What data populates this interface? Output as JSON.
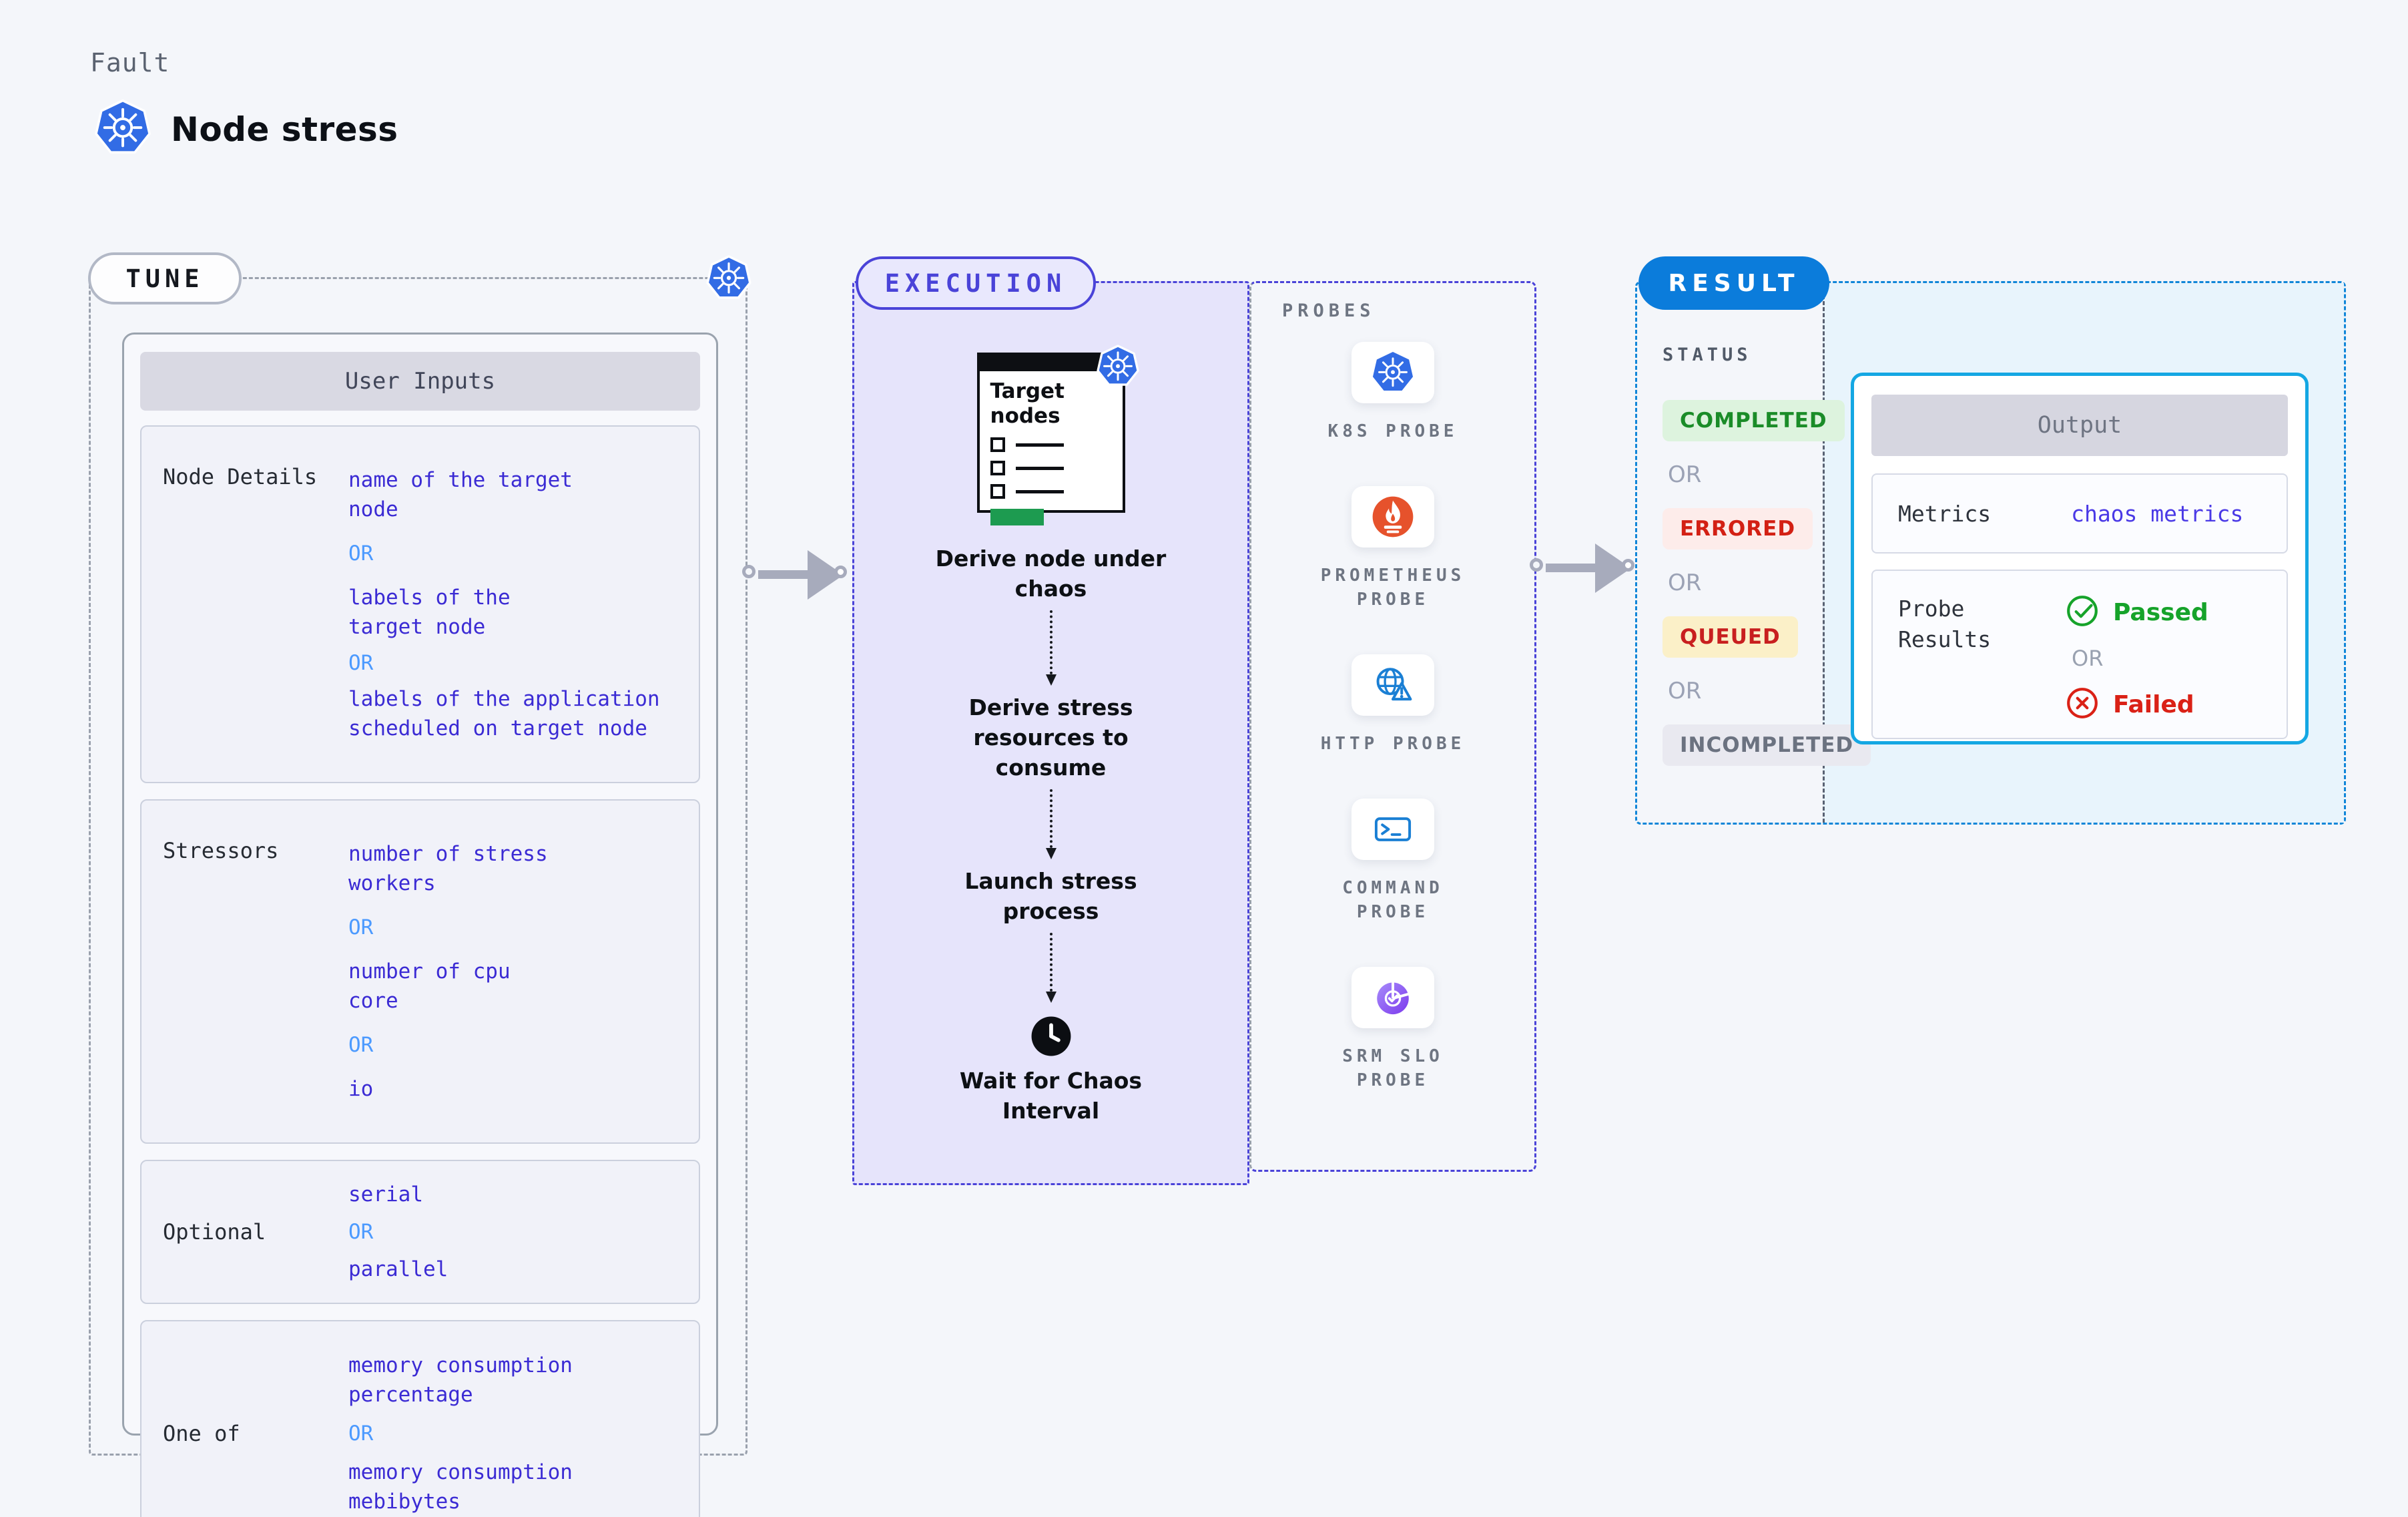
{
  "header": {
    "category": "Fault",
    "title": "Node stress"
  },
  "colors": {
    "page_bg": "#f4f6fa",
    "kubernetes_blue": "#326ce5",
    "tune_value_blue": "#3b2bd4",
    "or_light_blue": "#4c9aff",
    "execution_purple": "#4a43d8",
    "execution_fill": "#e6e4fb",
    "result_blue": "#0b7cdb",
    "output_border_cyan": "#14a7e3",
    "result_fill_cyan": "#e8f4fc",
    "completed_green": "#1a8c28",
    "errored_red": "#d32014",
    "queued_yellow_bg": "#fbf0c8",
    "incompleted_gray": "#6b7280",
    "passed_green": "#16a32a",
    "failed_red": "#da2116",
    "prometheus_orange": "#e6522c",
    "probe_icon_blue": "#1a7fd4",
    "srm_purple": "#7c3aed",
    "clipboard_progress_green": "#1d9b50",
    "arrow_gray": "#a7abbc"
  },
  "tune": {
    "pill": "TUNE",
    "table_title": "User Inputs",
    "rows": [
      {
        "label": "Node Details",
        "items": [
          {
            "kind": "value",
            "text": "name of the target\nnode"
          },
          {
            "kind": "or",
            "text": "OR"
          },
          {
            "kind": "value",
            "text": "labels of the\ntarget node"
          },
          {
            "kind": "or",
            "text": "OR"
          },
          {
            "kind": "value",
            "text": "labels of the application\n scheduled on target node"
          }
        ]
      },
      {
        "label": "Stressors",
        "items": [
          {
            "kind": "value",
            "text": "number of stress\nworkers"
          },
          {
            "kind": "or",
            "text": "OR"
          },
          {
            "kind": "value",
            "text": "number of cpu\ncore"
          },
          {
            "kind": "or",
            "text": "OR"
          },
          {
            "kind": "value",
            "text": "io"
          }
        ]
      },
      {
        "label": "Optional",
        "items": [
          {
            "kind": "value",
            "text": "serial"
          },
          {
            "kind": "or",
            "text": "OR"
          },
          {
            "kind": "value",
            "text": "parallel"
          }
        ]
      },
      {
        "label": "One of",
        "items": [
          {
            "kind": "value",
            "text": "memory consumption\npercentage"
          },
          {
            "kind": "or",
            "text": "OR"
          },
          {
            "kind": "value",
            "text": "memory consumption\nmebibytes"
          }
        ]
      }
    ]
  },
  "execution": {
    "pill": "EXECUTION",
    "clipboard_title": "Target\nnodes",
    "steps": [
      "Derive node under\nchaos",
      "Derive stress\nresources to\nconsume",
      "Launch stress\nprocess"
    ],
    "wait_step": "Wait for Chaos\nInterval"
  },
  "probes": {
    "label": "PROBES",
    "items": [
      {
        "name": "K8S PROBE",
        "icon": "kubernetes-icon"
      },
      {
        "name": "PROMETHEUS\nPROBE",
        "icon": "prometheus-icon"
      },
      {
        "name": "HTTP PROBE",
        "icon": "http-globe-warning-icon"
      },
      {
        "name": "COMMAND\nPROBE",
        "icon": "terminal-icon"
      },
      {
        "name": "SRM SLO\nPROBE",
        "icon": "srm-slo-gauge-icon"
      }
    ]
  },
  "result": {
    "pill": "RESULT",
    "status_label": "STATUS",
    "or_label": "OR",
    "statuses": [
      {
        "label": "COMPLETED"
      },
      {
        "label": "ERRORED"
      },
      {
        "label": "QUEUED"
      },
      {
        "label": "INCOMPLETED"
      }
    ],
    "output": {
      "title": "Output",
      "metrics_label": "Metrics",
      "metrics_value": "chaos metrics",
      "probe_results_label": "Probe\nResults",
      "passed_label": "Passed",
      "or_label": "OR",
      "failed_label": "Failed"
    }
  }
}
